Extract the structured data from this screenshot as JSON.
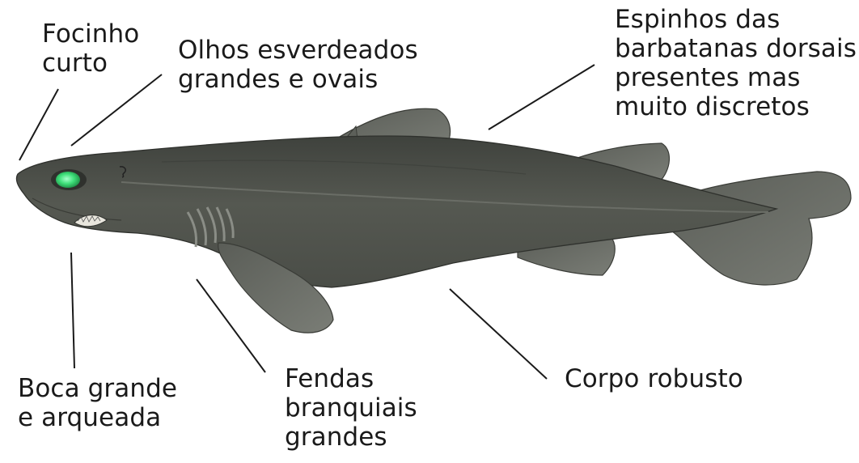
{
  "labels": {
    "snout": [
      "Focinho",
      "curto"
    ],
    "eyes": [
      "Olhos esverdeados",
      "grandes e ovais"
    ],
    "spines": [
      "Espinhos das",
      "barbatanas dorsais",
      "presentes mas",
      "muito discretos"
    ],
    "mouth": [
      "Boca grande",
      "e arqueada"
    ],
    "gills": [
      "Fendas",
      "branquiais",
      "grandes"
    ],
    "body": [
      "Corpo robusto"
    ]
  },
  "colors": {
    "body_dark": "#4a4d48",
    "body_mid": "#5d605a",
    "fin": "#6e716b",
    "eye": "#3fe07a",
    "line": "#1a1a1a"
  }
}
